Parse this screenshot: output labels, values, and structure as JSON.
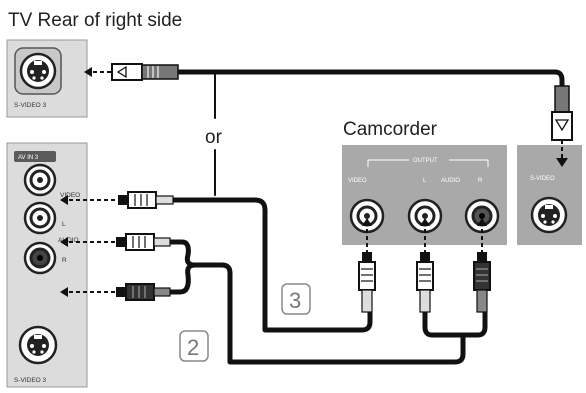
{
  "title": "TV Rear of right side",
  "connector_separator": "or",
  "tv_panel": {
    "top_jack_label": "S-VIDEO 3",
    "av_in_badge": "AV IN 3",
    "video_label": "VIDEO",
    "audio_label": "AUDIO",
    "l_label": "L",
    "r_label": "R",
    "bottom_jack_label": "S-VIDEO 3"
  },
  "camcorder": {
    "title": "Camcorder",
    "output_label": "OUTPUT",
    "video_label": "VIDEO",
    "audio_label": "AUDIO",
    "l_label": "L",
    "r_label": "R",
    "svideo_label": "S-VIDEO"
  },
  "steps": {
    "composite": "3",
    "audio": "2"
  },
  "colors": {
    "panel": "#dcdcdc",
    "camcorder_panel": "#a9a9a9",
    "cable": "#111111",
    "badge": "#5a5a5a"
  }
}
